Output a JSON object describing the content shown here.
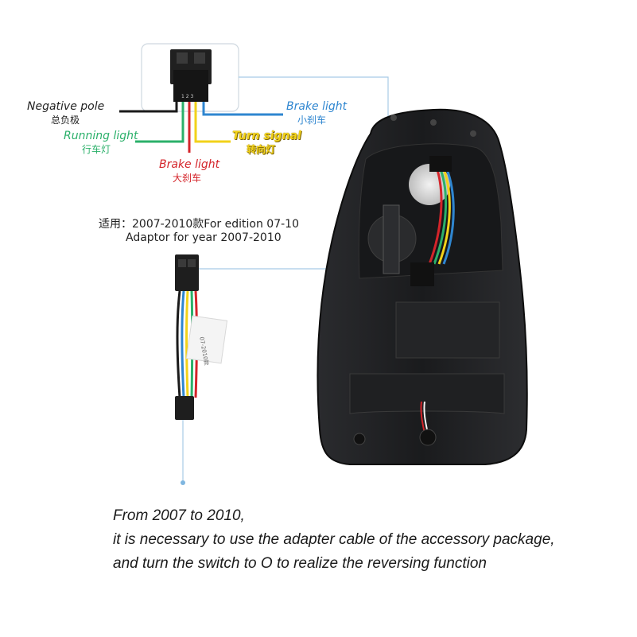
{
  "wire_labels": {
    "negative_en": "Negative pole",
    "negative_cn": "总负极",
    "running_en": "Running light",
    "running_cn": "行车灯",
    "brake_en": "Brake light",
    "brake_cn": "大刹车",
    "turn_en": "Turn signal",
    "turn_cn": "转向灯",
    "small_brake_en": "Brake light",
    "small_brake_cn": "小刹车"
  },
  "edition": {
    "line1": "适用：2007-2010款For edition 07-10",
    "line2": "Adaptor for year 2007-2010"
  },
  "adapter_tag": "07-2010款",
  "note": {
    "line1": "From 2007 to 2010,",
    "line2": "it is necessary to use the adapter cable of the accessory package,",
    "line3": "and turn the switch to O to realize the reversing function"
  },
  "colors": {
    "black_wire": "#1a1a1a",
    "green_wire": "#2bb06a",
    "red_wire": "#d4242a",
    "yellow_wire": "#f2d21a",
    "blue_wire": "#2f86d0",
    "leader_line": "#a8cbe6",
    "lamp_body": "#1c1c1e"
  },
  "icons": [
    "connector-icon",
    "tail-lamp-image",
    "adapter-cable-image",
    "switch-icon"
  ]
}
